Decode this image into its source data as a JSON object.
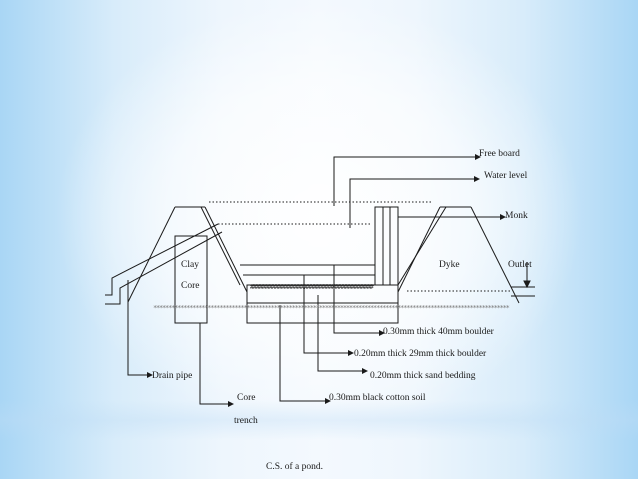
{
  "diagram": {
    "caption": "C.S. of a pond.",
    "labels": {
      "free_board": "Free board",
      "water_level": "Water level",
      "monk": "Monk",
      "clay": "Clay",
      "core": "Core",
      "dyke": "Dyke",
      "outlet": "Outlet",
      "layer_boulder_40": "0.30mm thick 40mm boulder",
      "layer_boulder_29": "0.20mm thick 29mm thick boulder",
      "layer_sand": "0.20mm thick sand bedding",
      "layer_soil": "0.30mm black cotton soil",
      "drain_pipe": "Drain pipe",
      "core_trench_1": "Core",
      "core_trench_2": "trench"
    },
    "hatch_pattern": "##########################################",
    "asterisk_pattern": "**********************************************************************************************************************"
  },
  "colors": {
    "line": "#1a1a1a",
    "background_edge": "#a9d6f5",
    "background_center": "#f4f9fe"
  }
}
